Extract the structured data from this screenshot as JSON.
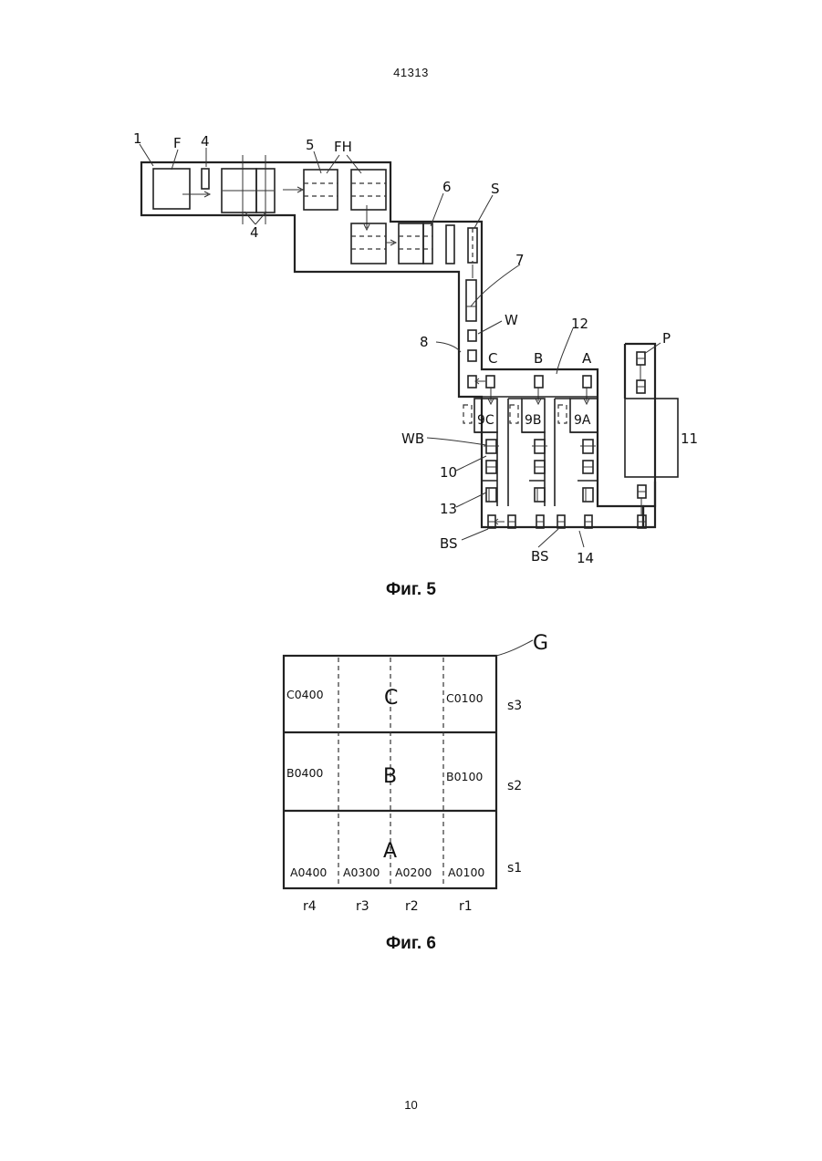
{
  "header": {
    "doc_number": "41313"
  },
  "footer": {
    "page_number": "10"
  },
  "fig5": {
    "caption": "Фиг. 5",
    "labels": {
      "l1": "1",
      "lF": "F",
      "l4top": "4",
      "l5": "5",
      "lFH": "FH",
      "l4bottom": "4",
      "l6": "6",
      "lS": "S",
      "l7": "7",
      "lW": "W",
      "l8": "8",
      "l12": "12",
      "lC": "C",
      "lB": "B",
      "lA": "A",
      "lP": "P",
      "l9C": "9C",
      "l9B": "9B",
      "l9A": "9A",
      "l11": "11",
      "lWB": "WB",
      "l10": "10",
      "l13": "13",
      "lBS1": "BS",
      "lBS2": "BS",
      "l14": "14"
    }
  },
  "fig6": {
    "caption": "Фиг. 6",
    "frame_label": "G",
    "rows": [
      {
        "section": "C",
        "left_code": "C0400",
        "right_code": "C0100",
        "shelf": "s3"
      },
      {
        "section": "B",
        "left_code": "B0400",
        "right_code": "B0100",
        "shelf": "s2"
      },
      {
        "section": "A",
        "shelf": "s1",
        "codes": [
          "A0400",
          "A0300",
          "A0200",
          "A0100"
        ]
      }
    ],
    "columns": [
      "r4",
      "r3",
      "r2",
      "r1"
    ]
  }
}
